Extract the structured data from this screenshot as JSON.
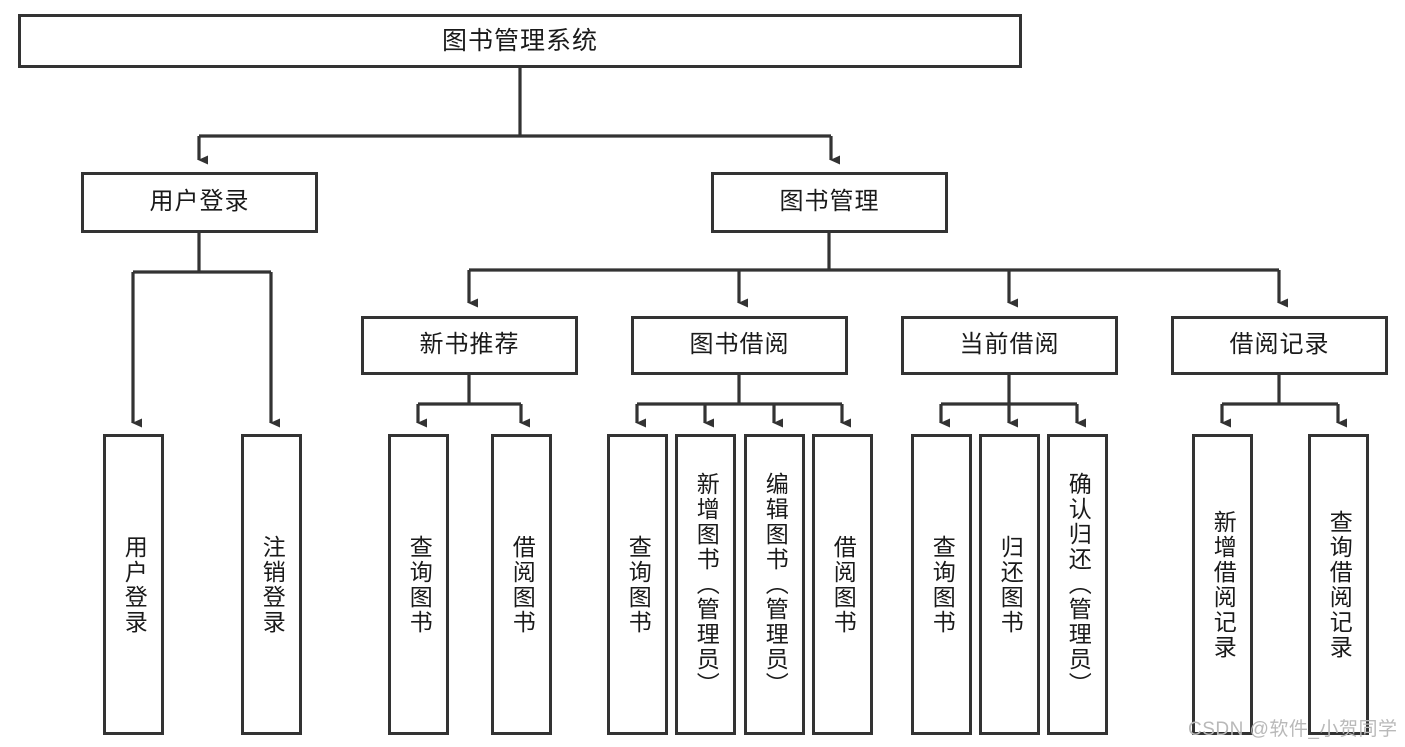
{
  "diagram": {
    "type": "tree",
    "title_node": "图书管理系统",
    "watermark": "CSDN @软件_小贺同学",
    "colors": {
      "box_border": "#333333",
      "box_fill": "#ffffff",
      "line": "#333333",
      "text": "#1a1a1a",
      "watermark": "#b9b9b9"
    },
    "nodes": {
      "root": {
        "label": "图书管理系统"
      },
      "level1": [
        {
          "label": "用户登录"
        },
        {
          "label": "图书管理"
        }
      ],
      "level2": [
        {
          "label": "新书推荐"
        },
        {
          "label": "图书借阅"
        },
        {
          "label": "当前借阅"
        },
        {
          "label": "借阅记录"
        }
      ],
      "leaves": {
        "user_login": [
          {
            "label": "用户登录"
          },
          {
            "label": "注销登录"
          }
        ],
        "new_book_recommend": [
          {
            "label": "查询图书"
          },
          {
            "label": "借阅图书"
          }
        ],
        "book_borrow": [
          {
            "label": "查询图书"
          },
          {
            "label": "新增图书（管理员）"
          },
          {
            "label": "编辑图书（管理员）"
          },
          {
            "label": "借阅图书"
          }
        ],
        "current_borrow": [
          {
            "label": "查询图书"
          },
          {
            "label": "归还图书"
          },
          {
            "label": "确认归还（管理员）"
          }
        ],
        "borrow_records": [
          {
            "label": "新增借阅记录"
          },
          {
            "label": "查询借阅记录"
          }
        ]
      }
    }
  }
}
